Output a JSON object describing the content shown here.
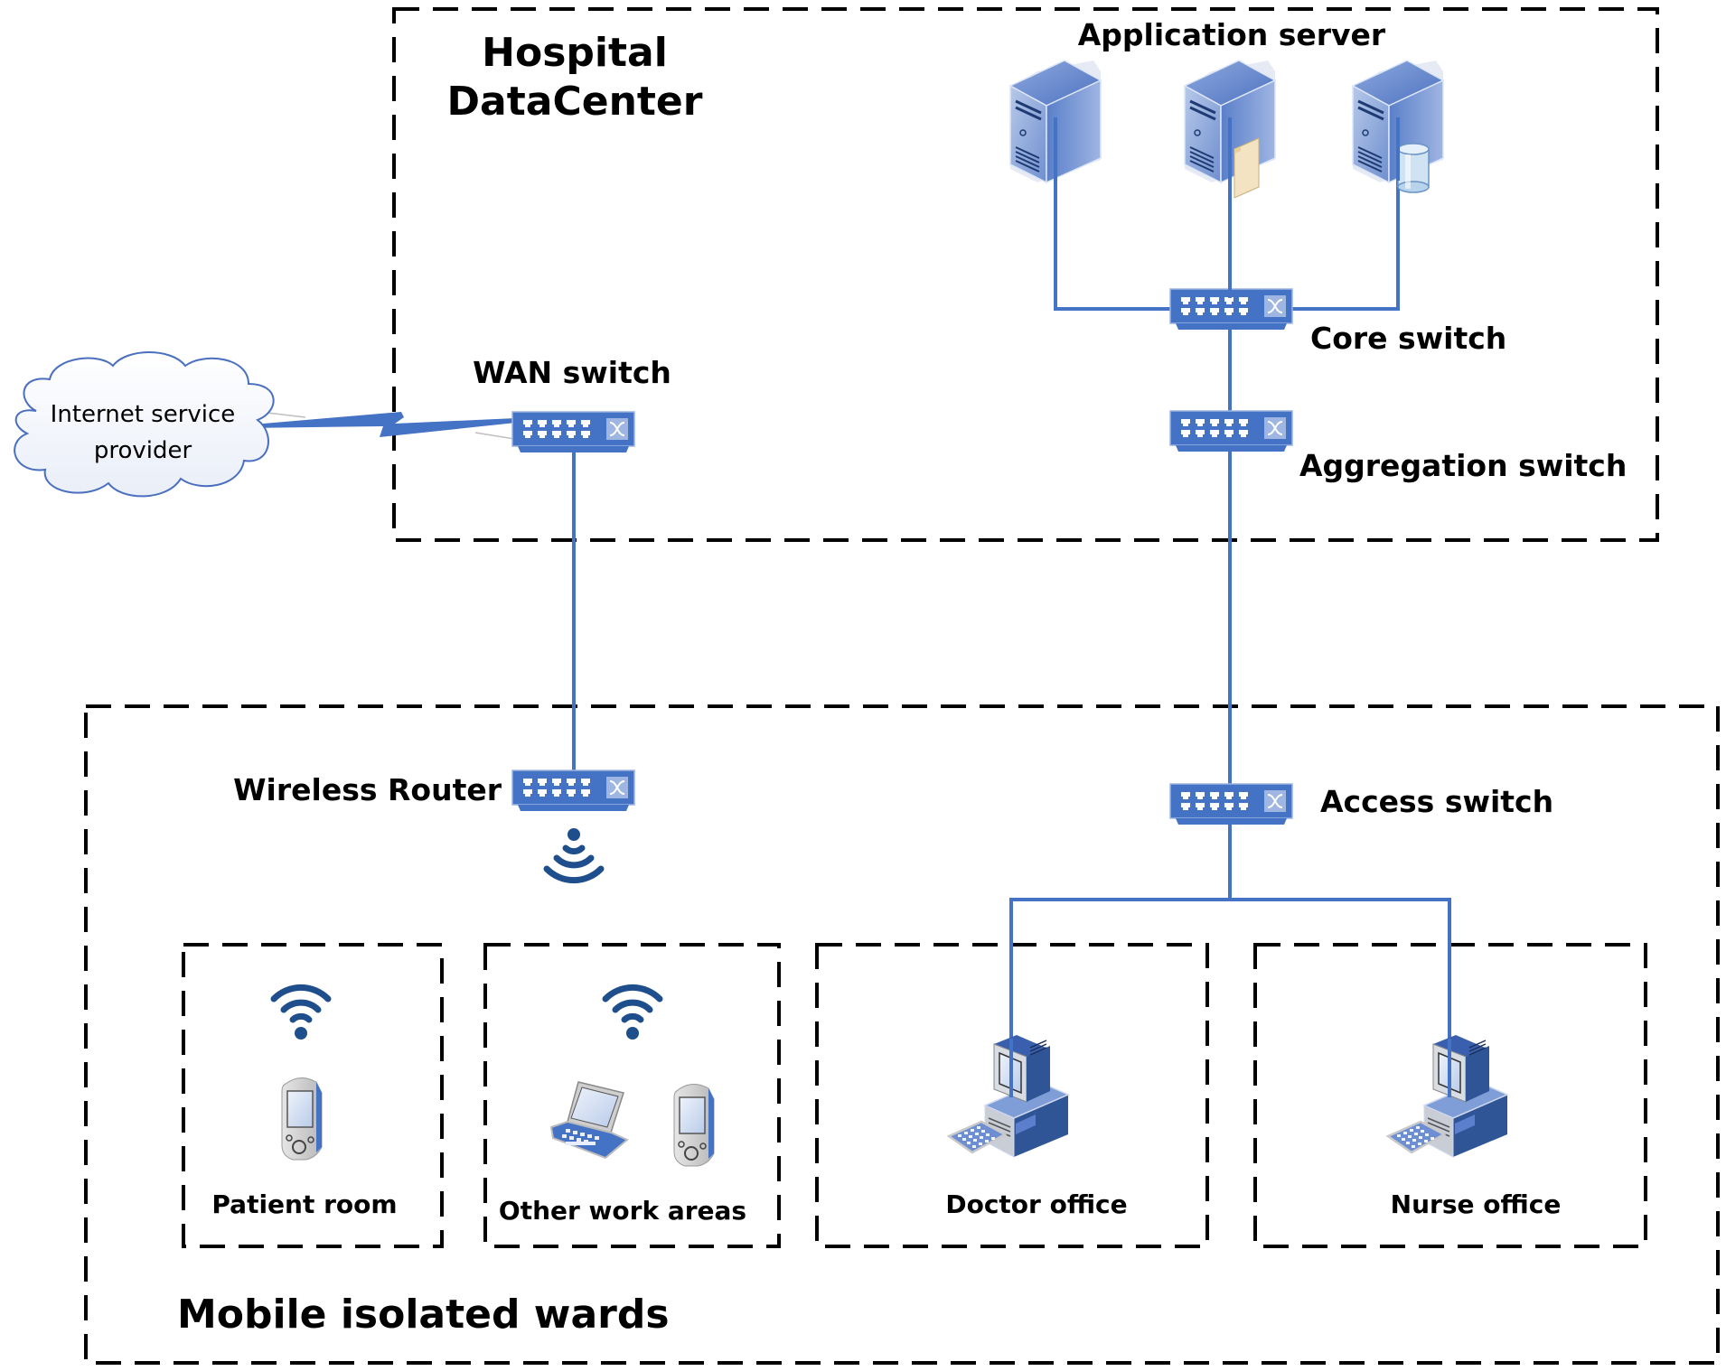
{
  "title": "Hospital network topology",
  "colors": {
    "link": "#4472c4",
    "device": "#4472c4",
    "device_dark": "#2f5597",
    "wifi": "#1f4e8c",
    "boundary": "#000000"
  },
  "zones": {
    "datacenter": {
      "title_line1": "Hospital",
      "title_line2": "DataCenter"
    },
    "wards": {
      "title": "Mobile isolated wards"
    },
    "subareas": [
      {
        "label": "Patient room",
        "devices": [
          "wifi-icon",
          "pda-icon"
        ]
      },
      {
        "label": "Other work areas",
        "devices": [
          "wifi-icon",
          "laptop-icon",
          "pda-icon"
        ]
      },
      {
        "label": "Doctor office",
        "devices": [
          "desktop-pc-icon"
        ]
      },
      {
        "label": "Nurse office",
        "devices": [
          "desktop-pc-icon"
        ]
      }
    ]
  },
  "nodes": {
    "isp": {
      "label_line1": "Internet service",
      "label_line2": "provider",
      "icon": "cloud-icon"
    },
    "wan_switch": {
      "label": "WAN switch",
      "icon": "switch-icon"
    },
    "app_server": {
      "label": "Application server",
      "servers": [
        "server-icon",
        "file-server-icon",
        "database-server-icon"
      ]
    },
    "core_switch": {
      "label": "Core switch",
      "icon": "switch-icon"
    },
    "aggregation_switch": {
      "label": "Aggregation switch",
      "icon": "switch-icon"
    },
    "wireless_router": {
      "label": "Wireless Router",
      "icon": "switch-icon"
    },
    "access_switch": {
      "label": "Access switch",
      "icon": "switch-icon"
    }
  },
  "links": [
    {
      "from": "Internet service provider",
      "to": "WAN switch",
      "type": "wan-lightning"
    },
    {
      "from": "WAN switch",
      "to": "Wireless Router",
      "type": "wired"
    },
    {
      "from": "Application server 1",
      "to": "Core switch",
      "type": "wired"
    },
    {
      "from": "Application server 2",
      "to": "Core switch",
      "type": "wired"
    },
    {
      "from": "Application server 3",
      "to": "Core switch",
      "type": "wired"
    },
    {
      "from": "Core switch",
      "to": "Aggregation switch",
      "type": "wired"
    },
    {
      "from": "Aggregation switch",
      "to": "Access switch",
      "type": "wired"
    },
    {
      "from": "Access switch",
      "to": "Doctor office",
      "type": "wired"
    },
    {
      "from": "Access switch",
      "to": "Nurse office",
      "type": "wired"
    },
    {
      "from": "Wireless Router",
      "to": "Patient room",
      "type": "wireless"
    },
    {
      "from": "Wireless Router",
      "to": "Other work areas",
      "type": "wireless"
    }
  ]
}
